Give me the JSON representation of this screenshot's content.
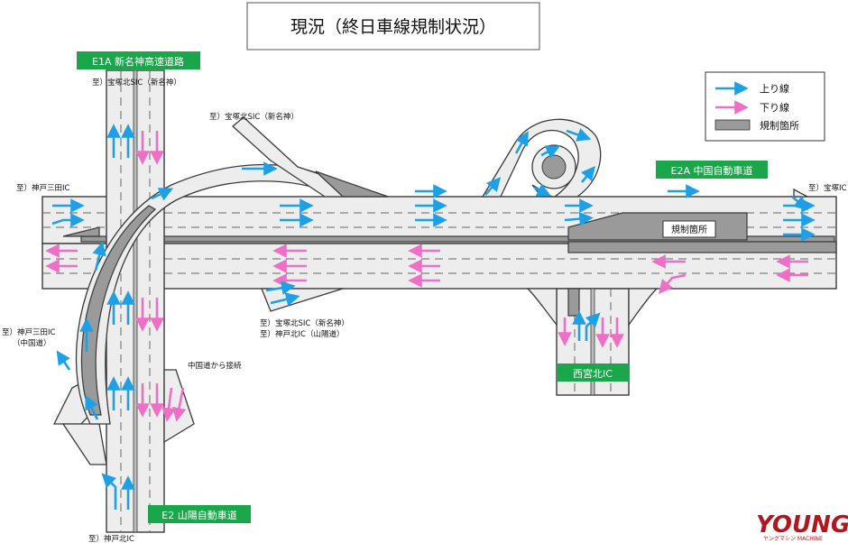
{
  "title": "現況（終日車線規制状況）",
  "legend": {
    "up_label": "上り線",
    "down_label": "下り線",
    "restriction_label": "規制箇所"
  },
  "signs": {
    "e1a": "E1A 新名神高速道路",
    "e2a": "E2A 中国自動車道",
    "e2": "E2 山陽自動車道",
    "nishinomiya": "西宮北IC"
  },
  "restriction_box": "規制箇所",
  "destinations": {
    "takarazuka_top": "至）宝塚北SIC（新名神）",
    "takarazuka_ramp": "至）宝塚北SIC（新名神）",
    "kobe_sanda_left": "至）神戸三田IC",
    "takarazuka_right": "至）宝塚IC",
    "mid_line1": "至）宝塚北SIC（新名神）",
    "mid_line2": "至）神戸北IC（山陽道）",
    "kobe_sanda_side1": "至）神戸三田IC",
    "kobe_sanda_side2": "（中国道）",
    "chugoku_connect": "中国道から接続",
    "kobe_kita_bottom": "至）神戸北IC"
  },
  "logo": {
    "text": "YOUNG",
    "subtext": "ヤングマシン MACHINE"
  },
  "colors": {
    "up": "#1ea0e6",
    "down": "#ee6fc6",
    "restriction": "#9a9a9a",
    "sign_green": "#1aa64a"
  }
}
